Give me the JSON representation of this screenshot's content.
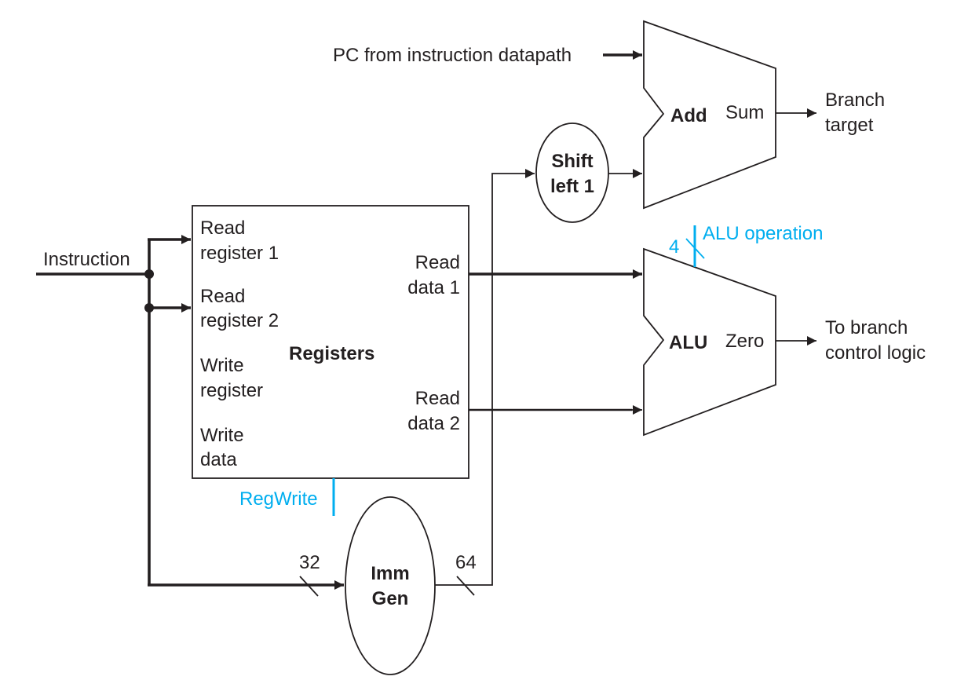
{
  "diagram": {
    "type": "datapath",
    "units": {
      "adder": {
        "label": "Add",
        "output_label": "Sum"
      },
      "alu": {
        "label": "ALU",
        "output_label": "Zero"
      },
      "registers": {
        "label": "Registers",
        "inputs": [
          [
            "Read",
            "register 1"
          ],
          [
            "Read",
            "register 2"
          ],
          [
            "Write",
            "register"
          ],
          [
            "Write",
            "data"
          ]
        ],
        "outputs": [
          [
            "Read",
            "data 1"
          ],
          [
            "Read",
            "data 2"
          ]
        ]
      },
      "shift": {
        "line1": "Shift",
        "line2": "left 1"
      },
      "immgen": {
        "line1": "Imm",
        "line2": "Gen"
      }
    },
    "signals": {
      "instruction": "Instruction",
      "pc_input": "PC from instruction datapath",
      "branch_target": [
        "Branch",
        "target"
      ],
      "branch_control": [
        "To branch",
        "control logic"
      ],
      "imm_in_width": "32",
      "imm_out_width": "64"
    },
    "control": {
      "alu_operation": "ALU operation",
      "alu_operation_width": "4",
      "reg_write": "RegWrite",
      "color": "#00aeef"
    },
    "colors": {
      "line": "#231f20",
      "control": "#00aeef"
    }
  }
}
